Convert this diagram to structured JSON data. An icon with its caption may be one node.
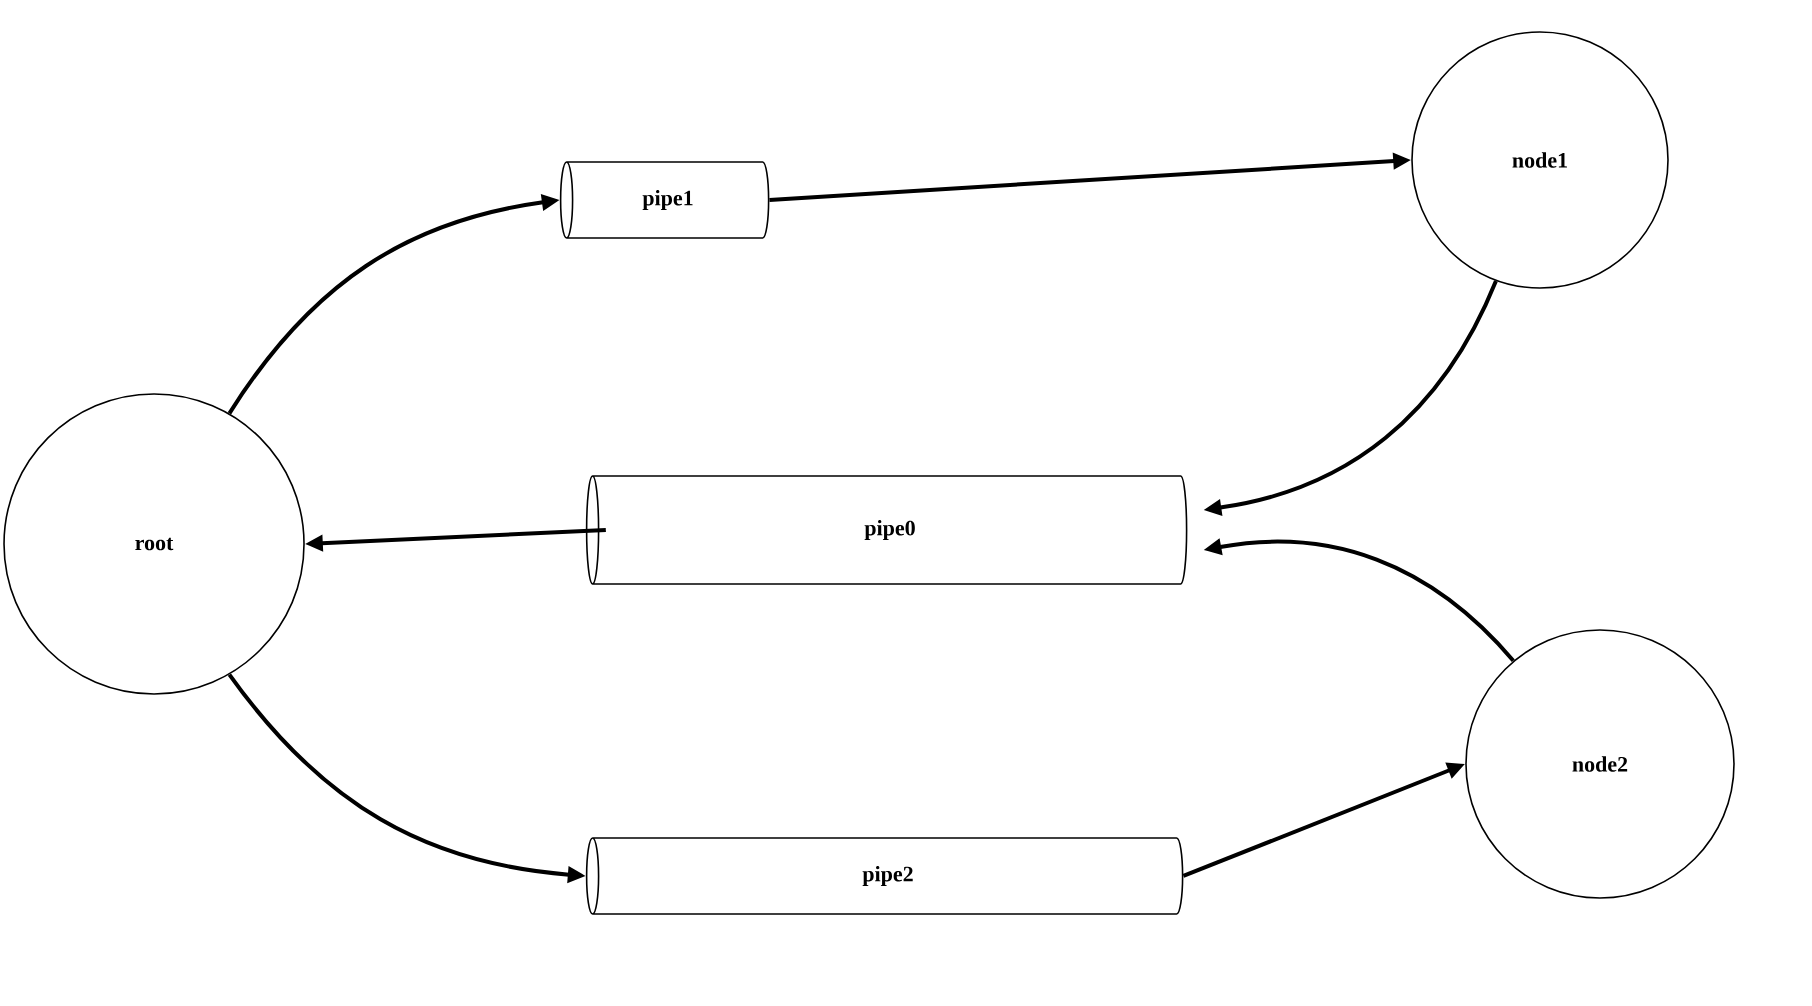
{
  "diagram": {
    "nodes": [
      {
        "text": [
          "pipe1"
        ]
      },
      {
        "text": [
          "node1"
        ]
      },
      {
        "text": [
          "root"
        ]
      },
      {
        "text": [
          "pipe0"
        ]
      },
      {
        "text": [
          "pipe2"
        ]
      },
      {
        "text": [
          "node2"
        ]
      }
    ],
    "edges": [
      {
        "from": 2,
        "to": 0,
        "arrow": "to"
      },
      {
        "from": 0,
        "to": 1,
        "arrow": "to"
      },
      {
        "from": 1,
        "to": 3,
        "arrow": "to"
      },
      {
        "from": 5,
        "to": 3,
        "arrow": "to"
      },
      {
        "from": 3,
        "to": 2,
        "arrow": "to"
      },
      {
        "from": 2,
        "to": 4,
        "arrow": "to"
      },
      {
        "from": 4,
        "to": 5,
        "arrow": "to"
      }
    ]
  }
}
